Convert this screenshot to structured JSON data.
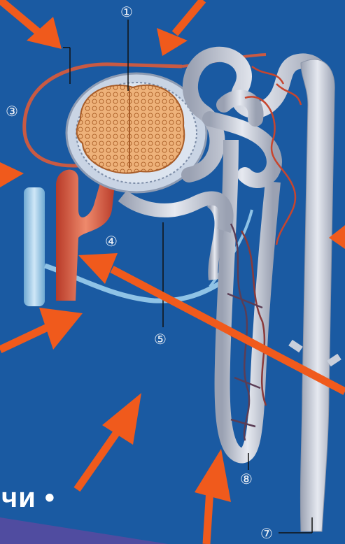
{
  "diagram": {
    "labels": [
      "①",
      "③",
      "④",
      "⑤",
      "⑧",
      "⑦"
    ]
  },
  "caption": {
    "text": "чи •"
  },
  "colors": {
    "background": "#1a5aa2",
    "arrow": "#f05a1c",
    "artery": "#d9533c",
    "vein": "#9ccbe8",
    "tubule": "#c9cfdb",
    "glomerulus": "#e8a866"
  }
}
